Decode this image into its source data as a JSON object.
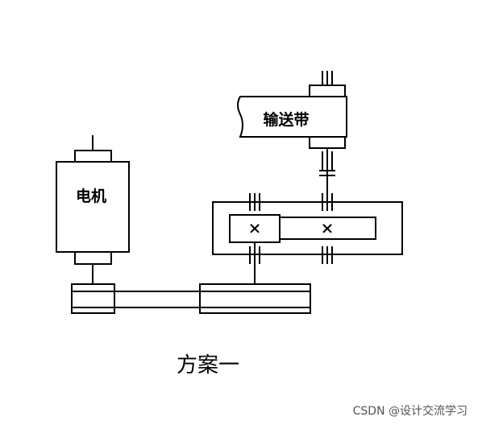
{
  "diagram": {
    "motor_label": "电机",
    "conveyor_label": "输送带",
    "caption": "方案一",
    "watermark": "CSDN @设计交流学习",
    "symbols": {
      "bearing_mark": "×"
    }
  }
}
